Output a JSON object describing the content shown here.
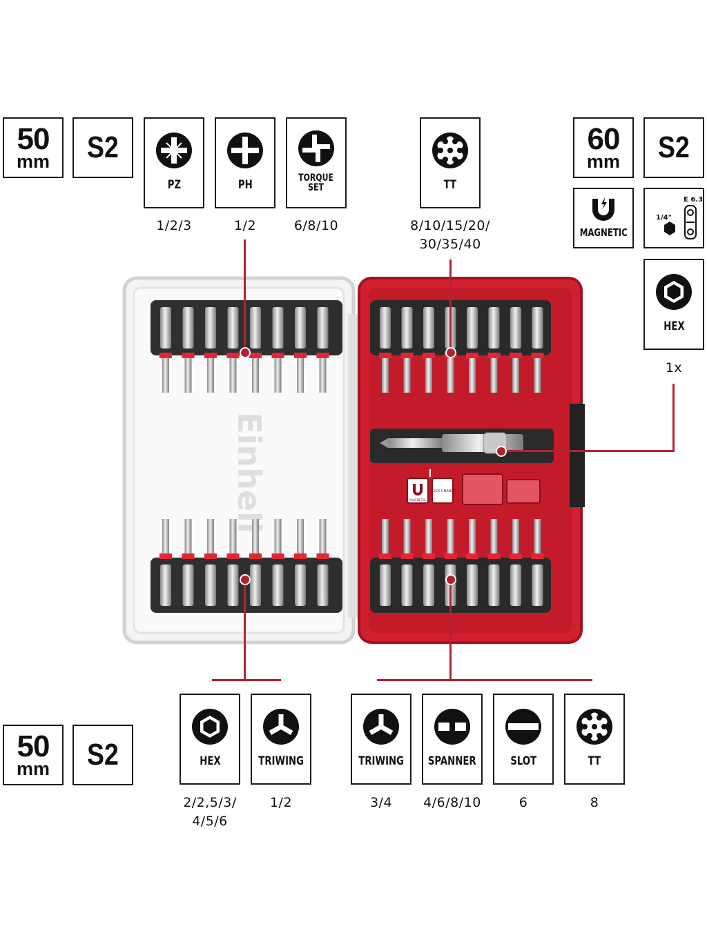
{
  "top_left": {
    "length": {
      "value": "50",
      "unit": "mm"
    },
    "material": "S2",
    "bits": [
      {
        "label": "PZ",
        "sizes": "1/2/3",
        "icon": "pozidriv-icon"
      },
      {
        "label": "PH",
        "sizes": "1/2",
        "icon": "phillips-icon"
      },
      {
        "label_line1": "TORQUE",
        "label_line2": "SET",
        "sizes": "6/8/10",
        "icon": "torque-set-icon"
      }
    ]
  },
  "top_mid": {
    "bit": {
      "label": "TT",
      "sizes_line1": "8/10/15/20/",
      "sizes_line2": "30/35/40",
      "icon": "torx-tamper-icon"
    }
  },
  "top_right": {
    "length": {
      "value": "60",
      "unit": "mm"
    },
    "material": "S2",
    "magnetic_label": "MAGNETIC",
    "hex_shank": {
      "fraction": "1/4\"",
      "standard": "E 6.3"
    },
    "holder": {
      "label": "HEX",
      "count": "1x",
      "icon": "hex-icon"
    }
  },
  "case_inlay": {
    "magnetic": "MAGNETIC",
    "quick_change": "QUICK CHANGE",
    "brand": "Einhell"
  },
  "bottom_left": {
    "length": {
      "value": "50",
      "unit": "mm"
    },
    "material": "S2"
  },
  "bottom_bits": [
    {
      "label": "HEX",
      "sizes_line1": "2/2,5/3/",
      "sizes_line2": "4/5/6",
      "icon": "hex-icon"
    },
    {
      "label": "TRIWING",
      "sizes": "1/2",
      "icon": "triwing-icon"
    },
    {
      "label": "TRIWING",
      "sizes": "3/4",
      "icon": "triwing-icon"
    },
    {
      "label": "SPANNER",
      "sizes": "4/6/8/10",
      "icon": "spanner-icon"
    },
    {
      "label": "SLOT",
      "sizes": "6",
      "icon": "slot-icon"
    },
    {
      "label": "TT",
      "sizes": "8",
      "icon": "torx-tamper-icon"
    }
  ],
  "colors": {
    "accent": "#b3222c",
    "case_red": "#d1202f",
    "ink": "#1a1a1a"
  }
}
